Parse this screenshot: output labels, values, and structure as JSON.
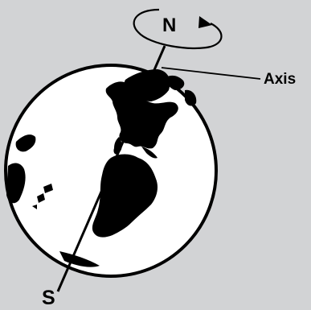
{
  "labels": {
    "north": "N",
    "axis": "Axis",
    "south": "S"
  },
  "colors": {
    "background": "#d2d3d5",
    "land": "#000000",
    "ocean": "#ffffff",
    "stroke": "#000000"
  },
  "icons": {
    "rotation": "curved-rotation-arrow",
    "globe": "globe-americas"
  }
}
